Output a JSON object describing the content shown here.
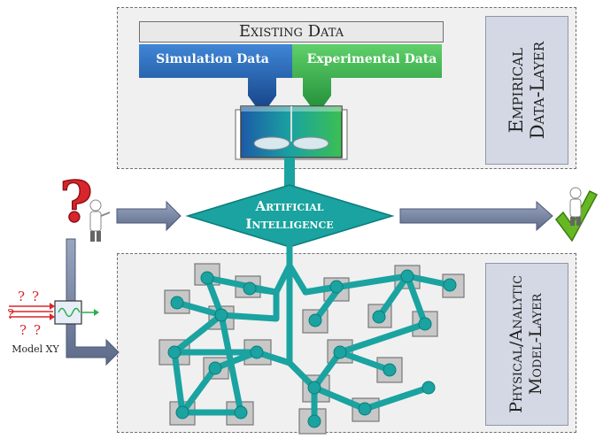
{
  "existing_data": "Existing Data",
  "simulation_data": "Simulation Data",
  "experimental_data": "Experimental Data",
  "ai_line1": "Artificial",
  "ai_line2": "Intelligence",
  "data_layer": {
    "line1": "Empirical",
    "line2": "Data-Layer"
  },
  "model_layer": {
    "line1": "Physical/Analytic",
    "line2": "Model-Layer"
  },
  "model_label": "Model XY",
  "question_marks": [
    "?",
    "?",
    "?",
    "?",
    "?"
  ],
  "colors": {
    "teal": "#1aa3a0",
    "blue": "#1d5aa8",
    "green": "#2cae4a",
    "arrow": "#6f7f9f",
    "question_red": "#d8262c",
    "check_green": "#66b822"
  }
}
